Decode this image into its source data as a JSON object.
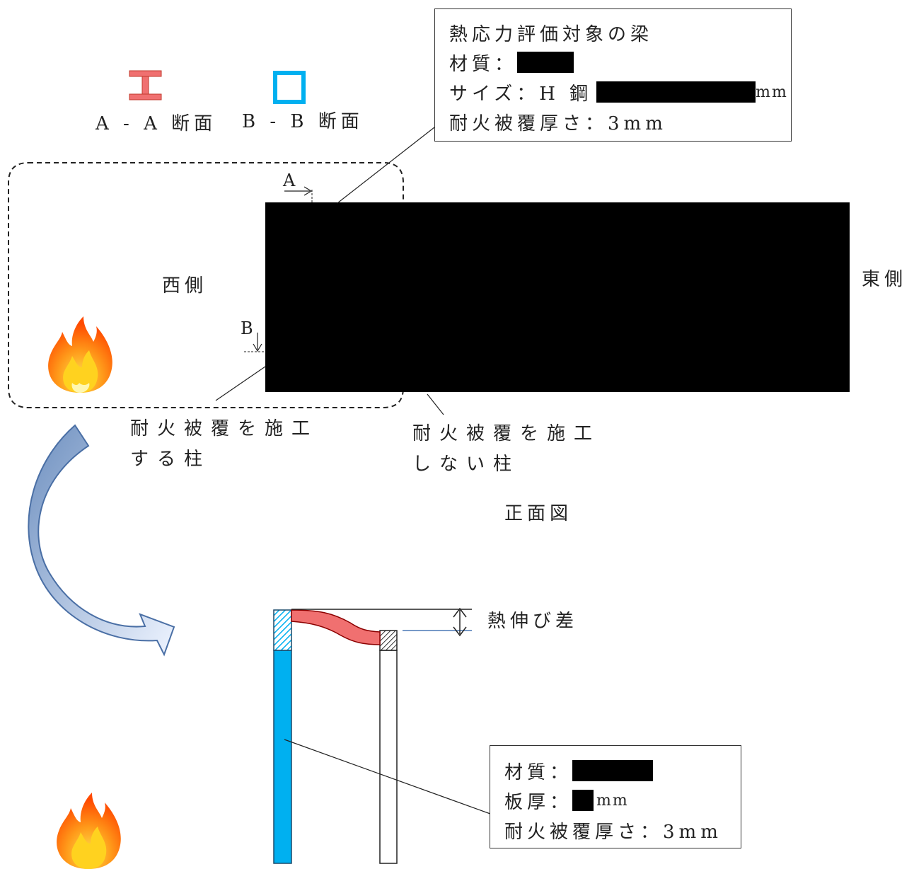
{
  "sections": {
    "aa_label": "A - A 断面",
    "bb_label": "B - B 断面"
  },
  "beam_box": {
    "title": "熱応力評価対象の梁",
    "material_label": "材質：",
    "size_label": "サイズ：H 鋼",
    "size_unit": "mm",
    "fireproof_label": "耐火被覆厚さ：3mm"
  },
  "front_view": {
    "west": "西側",
    "east": "東側",
    "marker_a": "A",
    "marker_b": "B",
    "coated_column_line1": "耐火被覆を施工",
    "coated_column_line2": "する柱",
    "uncoated_column_line1": "耐火被覆を施工",
    "uncoated_column_line2": "しない柱",
    "caption": "正面図"
  },
  "lower": {
    "thermal_diff": "熱伸び差"
  },
  "plate_box": {
    "material_label": "材質：",
    "thickness_label": "板厚：",
    "thickness_unit": "mm",
    "fireproof_label": "耐火被覆厚さ：3mm"
  },
  "colors": {
    "beam_red": "#f07070",
    "column_blue": "#00b0f0",
    "arrow_blue": "#8fb0d8",
    "redaction": "#000000"
  },
  "icons": [
    "i-beam-icon",
    "square-tube-icon",
    "fire-icon",
    "curved-arrow-icon"
  ]
}
